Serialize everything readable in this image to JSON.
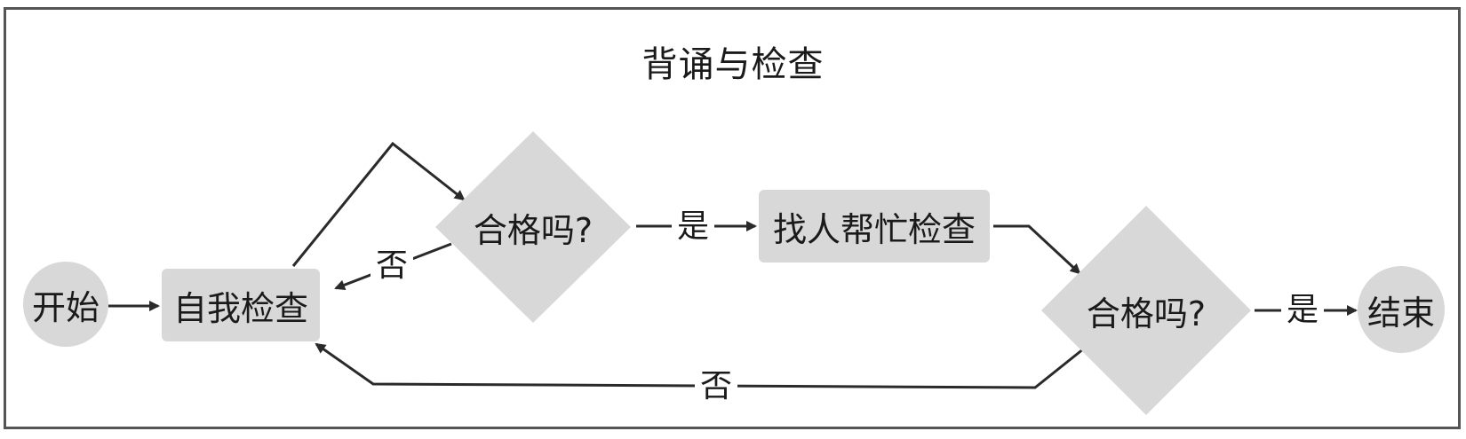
{
  "title": "背诵与检查",
  "nodes": {
    "start": "开始",
    "self_check": "自我检查",
    "decision_1": "合格吗?",
    "ask_help": "找人帮忙检查",
    "decision_2": "合格吗?",
    "end": "结束"
  },
  "edges": {
    "yes_1": "是",
    "no_1": "否",
    "yes_2": "是",
    "no_2": "否"
  },
  "colors": {
    "node_fill": "#d8d8d8",
    "line": "#2a2a2a",
    "frame": "#555555"
  }
}
